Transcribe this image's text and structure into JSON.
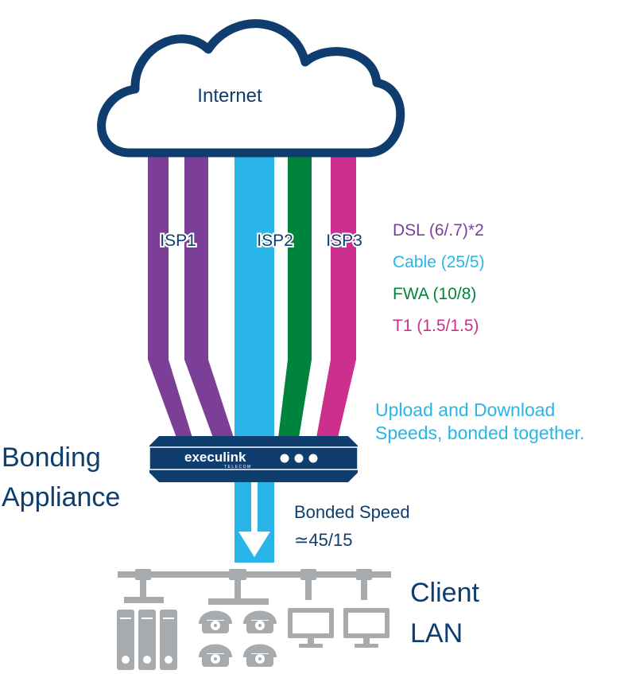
{
  "cloud": {
    "label": "Internet"
  },
  "isp_labels": {
    "isp1": "ISP1",
    "isp2": "ISP2",
    "isp3": "ISP3"
  },
  "legend": [
    {
      "text": "DSL (6/.7)*2",
      "color": "#7b3f98"
    },
    {
      "text": "Cable (25/5)",
      "color": "#29b5e8"
    },
    {
      "text": "FWA (10/8)",
      "color": "#00843d"
    },
    {
      "text": "T1 (1.5/1.5)",
      "color": "#cc2f8e"
    }
  ],
  "bonding_note": {
    "line1": "Upload and Download",
    "line2": "Speeds, bonded together."
  },
  "appliance": {
    "label_line1": "Bonding",
    "label_line2": "Appliance",
    "brand": "execulink",
    "brand_sub": "TELECOM"
  },
  "bonded": {
    "line1": "Bonded Speed",
    "line2": "≃45/15"
  },
  "lan": {
    "label_line1": "Client",
    "label_line2": "LAN"
  },
  "colors": {
    "navy": "#0f3d6e",
    "purple": "#7b3f98",
    "cyan": "#29b5e8",
    "green": "#00843d",
    "magenta": "#cc2f8e",
    "device_gray": "#a7abae"
  }
}
